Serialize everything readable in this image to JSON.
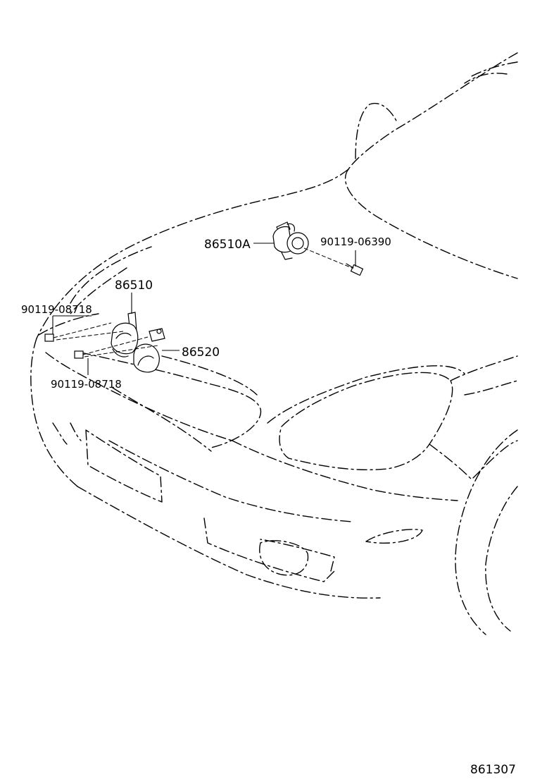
{
  "callouts": {
    "horn_high": "86510A",
    "horn_low": "86510",
    "horn_second": "86520",
    "bolt_top": "90119-06390",
    "bolt_left_upper": "90119-08718",
    "bolt_left_lower": "90119-08718"
  },
  "diagram_code": "861307"
}
